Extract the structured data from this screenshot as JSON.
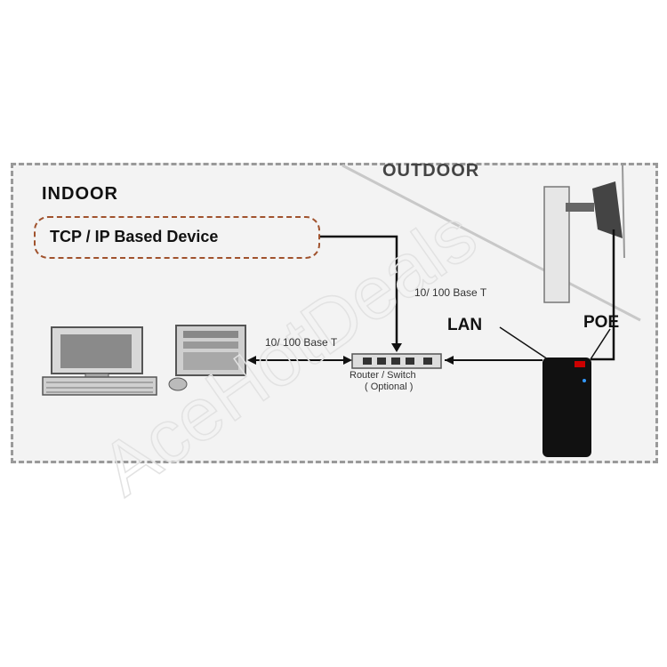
{
  "labels": {
    "indoor": "INDOOR",
    "outdoor": "OUTDOOR",
    "tcp_device": "TCP / IP Based Device",
    "base_t_upper": "10/ 100 Base T",
    "base_t_lower": "10/ 100 Base T",
    "lan": "LAN",
    "poe": "POE",
    "router_line1": "Router / Switch",
    "router_line2": "( Optional )"
  },
  "watermark": "AceHotDeals",
  "colors": {
    "panel": "#f3f3f3",
    "tcp_border": "#a0522d",
    "line": "#111111"
  },
  "icons": [
    "computer-monitor-icon",
    "keyboard-icon",
    "mouse-icon",
    "server-tower-icon",
    "router-switch-icon",
    "antenna-mast-icon",
    "poe-injector-icon"
  ]
}
